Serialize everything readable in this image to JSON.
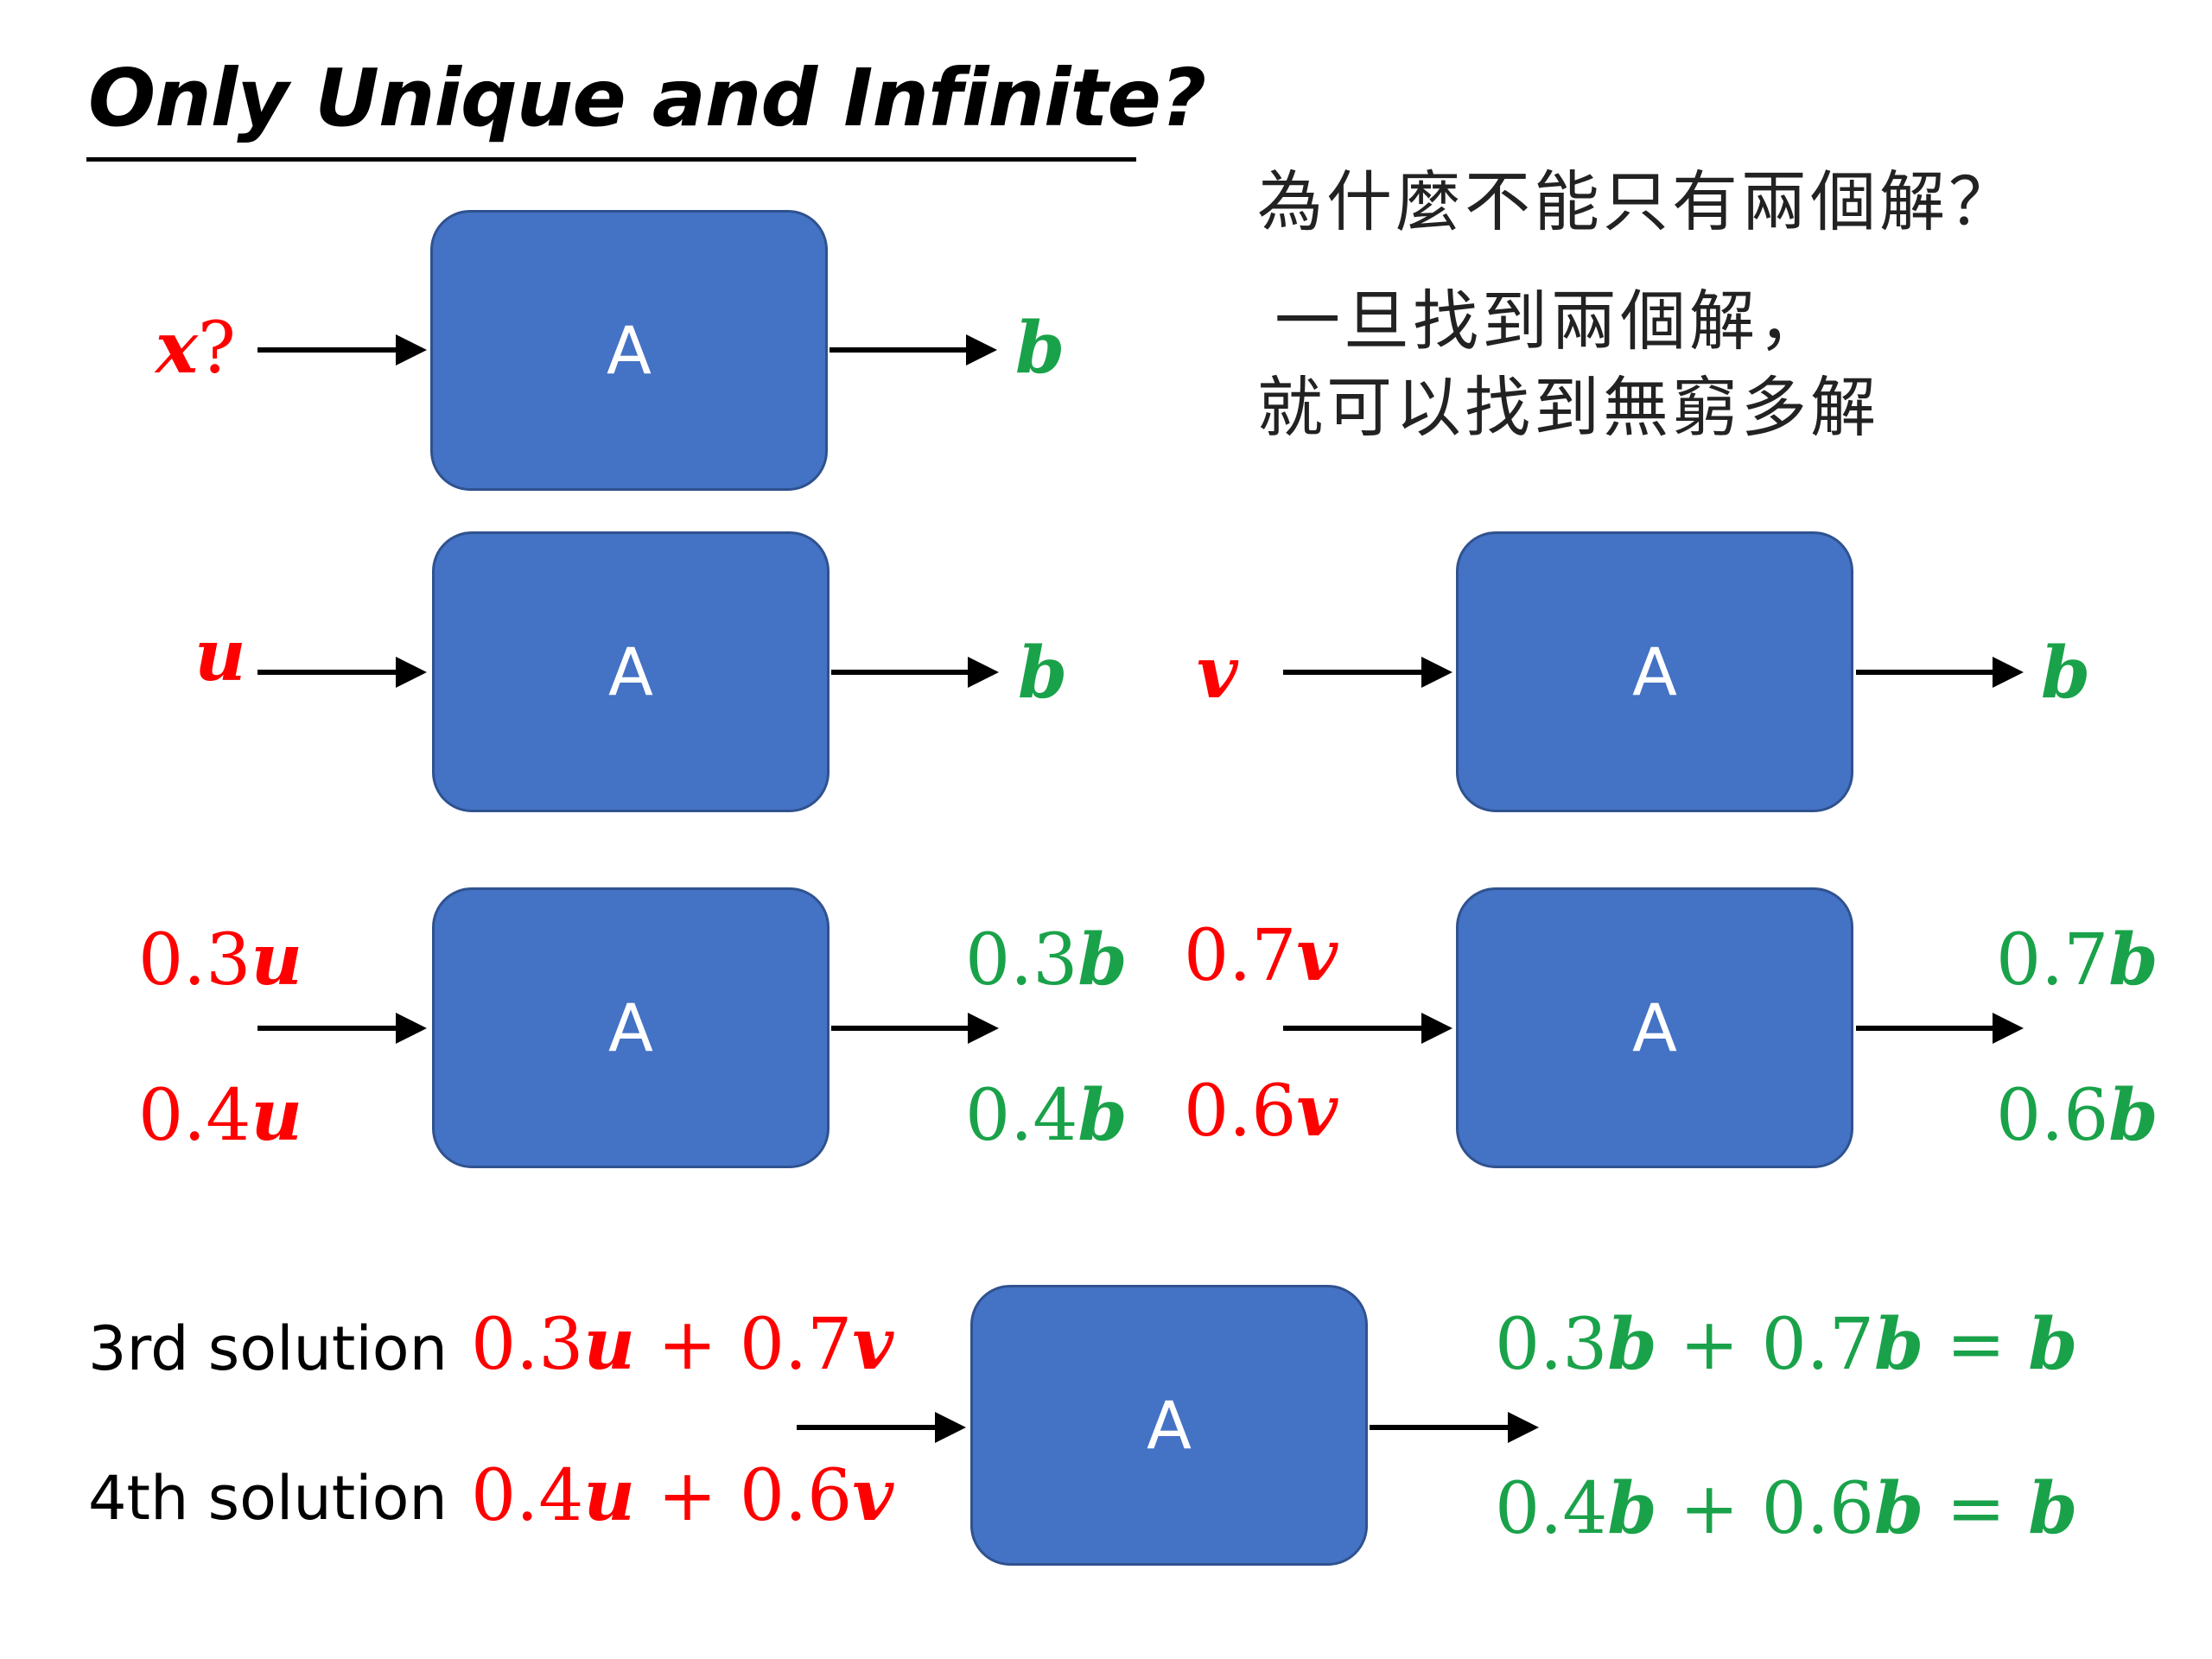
{
  "title": "Only Unique and Infinite?",
  "question": "為什麼不能只有兩個解？",
  "answer_line1": "一旦找到兩個解，",
  "answer_line2": "就可以找到無窮多解",
  "box_label": "A",
  "row1": {
    "input": "x",
    "input_suffix": "?",
    "output": "b"
  },
  "row2": {
    "left_input": "u",
    "left_output": "b",
    "right_input": "v",
    "right_output": "b"
  },
  "row3": {
    "left_in_top_num": "0.3",
    "left_in_top_var": "u",
    "left_in_bot_num": "0.4",
    "left_in_bot_var": "u",
    "left_out_top_num": "0.3",
    "left_out_top_var": "b",
    "left_out_bot_num": "0.4",
    "left_out_bot_var": "b",
    "right_in_top_num": "0.7",
    "right_in_top_var": "v",
    "right_in_bot_num": "0.6",
    "right_in_bot_var": "v",
    "right_out_top_num": "0.7",
    "right_out_top_var": "b",
    "right_out_bot_num": "0.6",
    "right_out_bot_var": "b"
  },
  "row4": {
    "solution3_label": "3rd solution",
    "solution4_label": "4th solution",
    "in3": {
      "n1": "0.3",
      "v1": "u",
      "op": " + ",
      "n2": "0.7",
      "v2": "v"
    },
    "in4": {
      "n1": "0.4",
      "v1": "u",
      "op": " + ",
      "n2": "0.6",
      "v2": "v"
    },
    "out3": {
      "n1": "0.3",
      "v1": "b",
      "op": " + ",
      "n2": "0.7",
      "v2": "b",
      "eq": " = ",
      "r": "b"
    },
    "out4": {
      "n1": "0.4",
      "v1": "b",
      "op": " + ",
      "n2": "0.6",
      "v2": "b",
      "eq": " = ",
      "r": "b"
    }
  },
  "colors": {
    "box": "#4472c4",
    "input": "#ff0000",
    "output": "#1aa24a"
  }
}
